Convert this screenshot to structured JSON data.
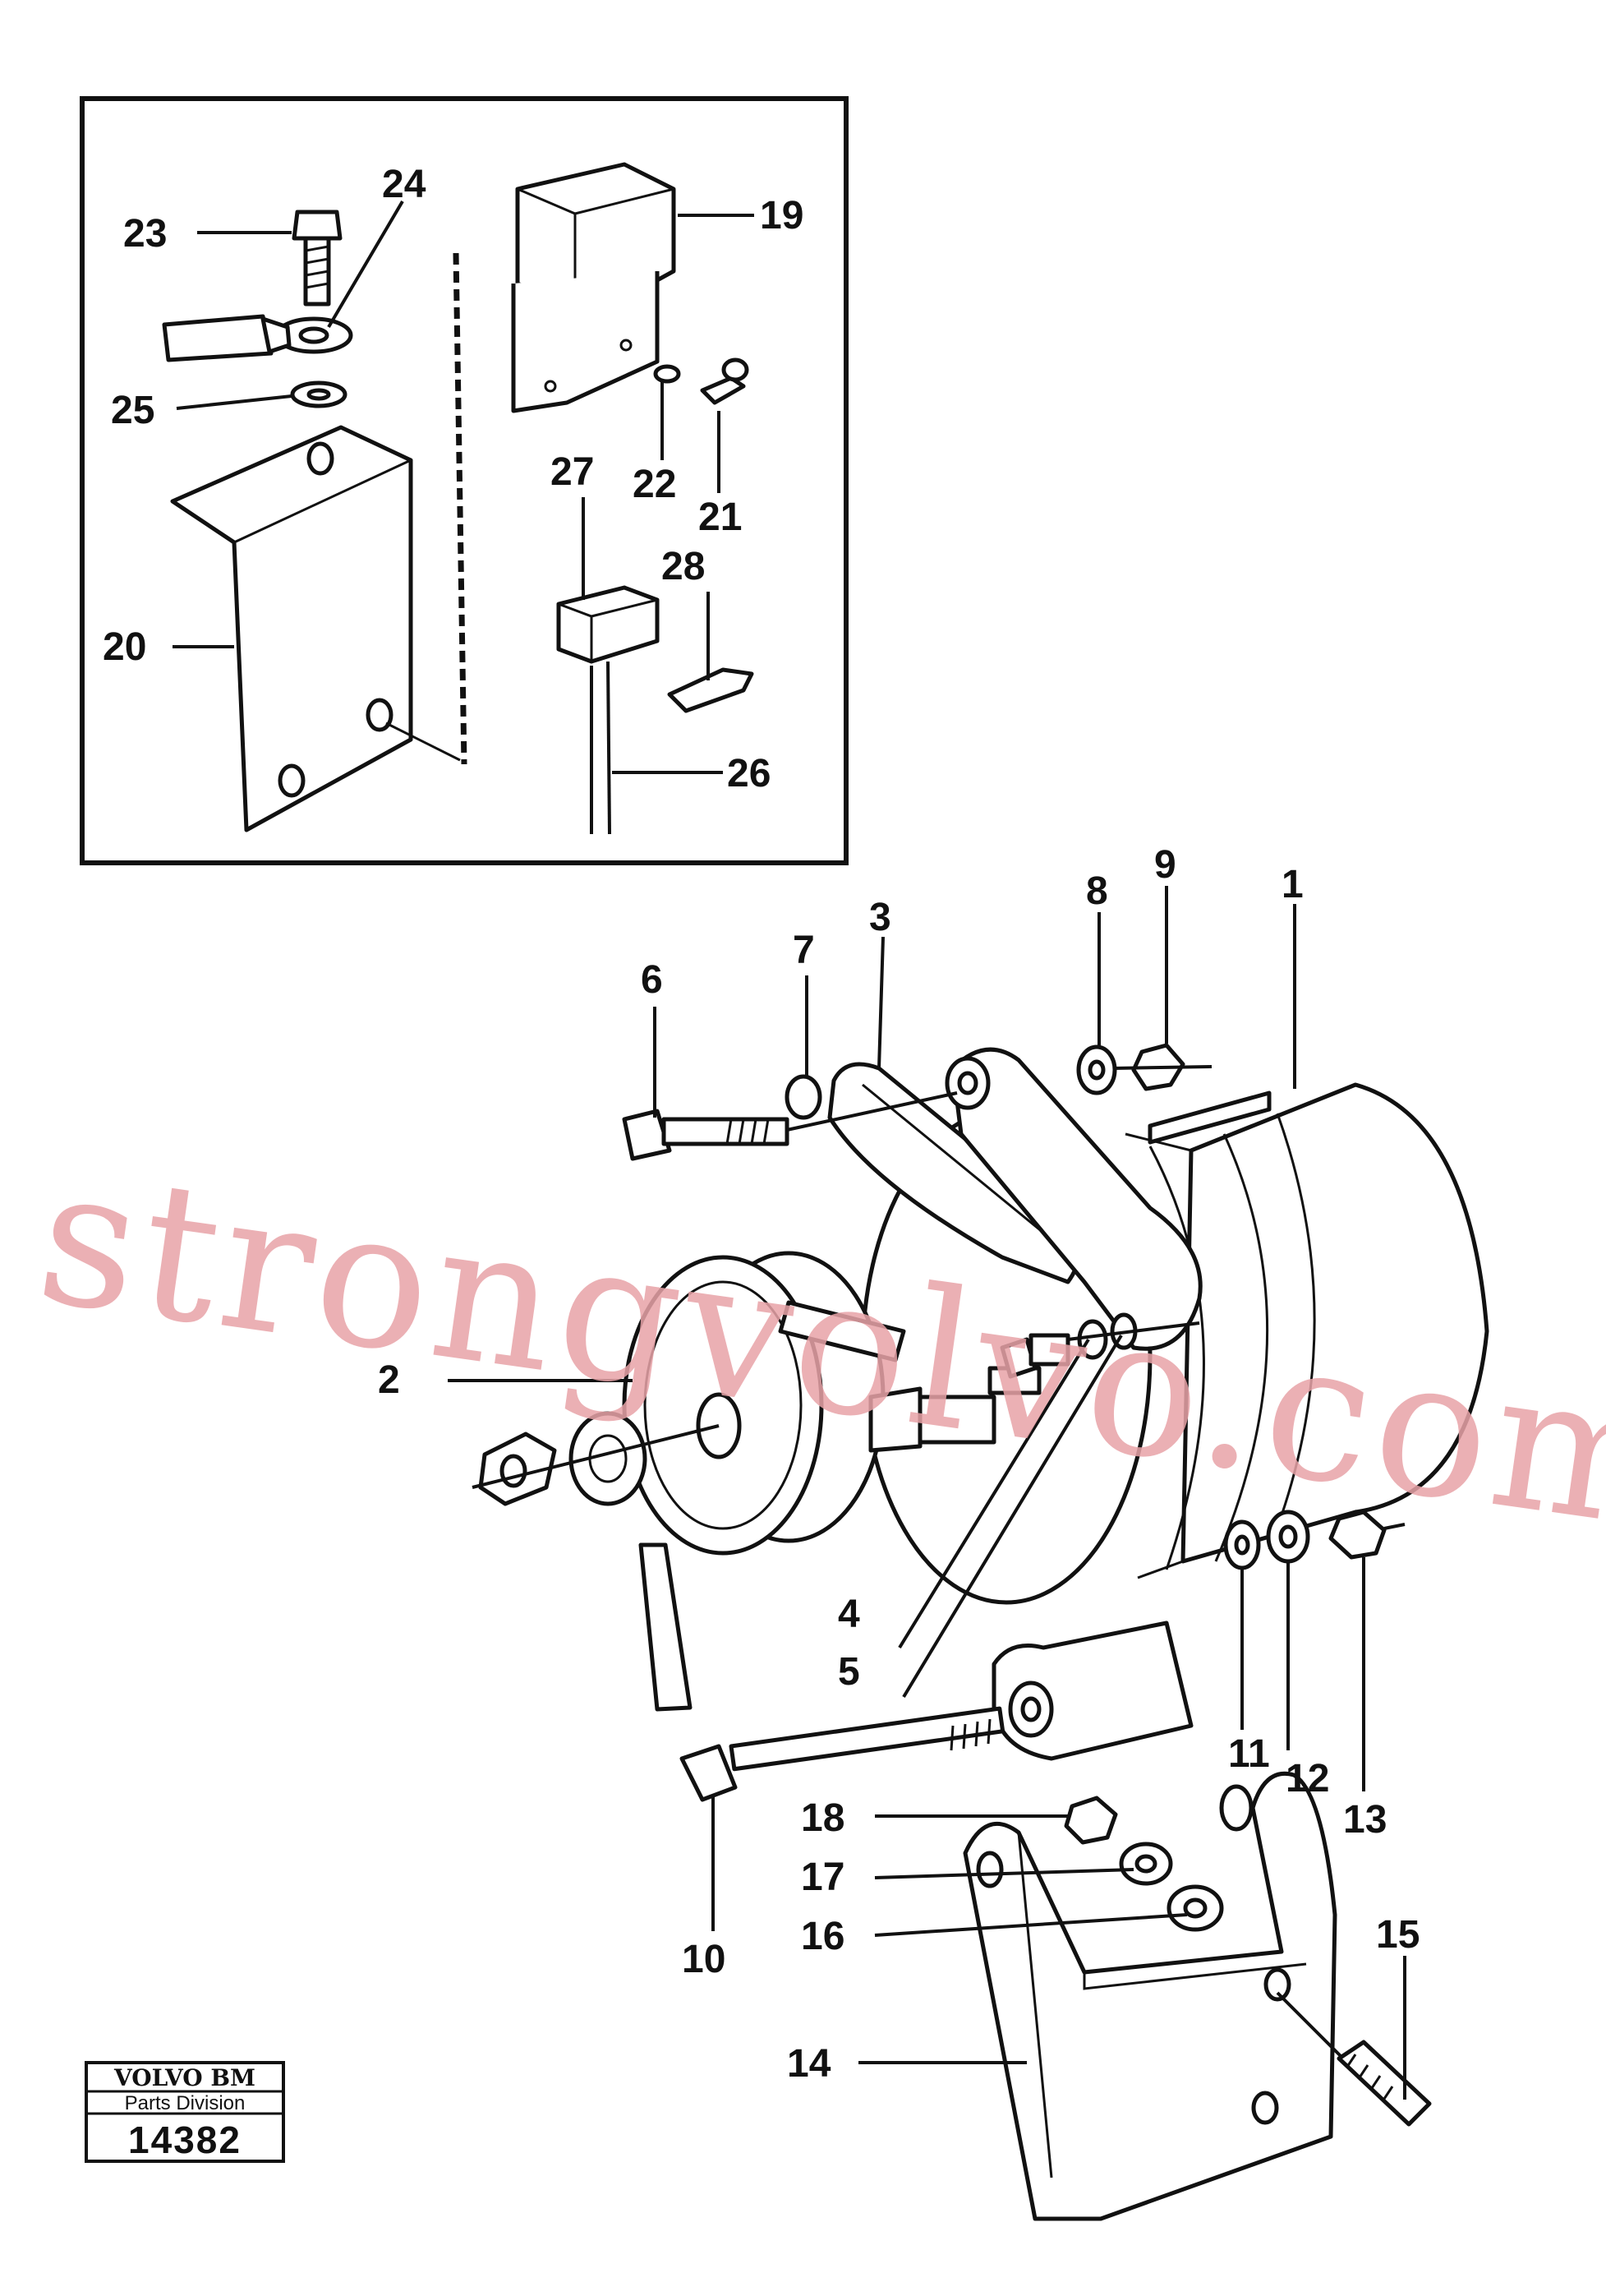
{
  "inset_labels": [
    "19",
    "20",
    "21",
    "22",
    "23",
    "24",
    "25",
    "26",
    "27",
    "28"
  ],
  "main_labels": [
    "1",
    "2",
    "3",
    "4",
    "5",
    "6",
    "7",
    "8",
    "9",
    "10",
    "11",
    "12",
    "13",
    "14",
    "15",
    "16",
    "17",
    "18"
  ],
  "watermark": "strongvolvo.com",
  "badge": {
    "brand": "VOLVO BM",
    "division": "Parts Division",
    "number": "14382"
  }
}
